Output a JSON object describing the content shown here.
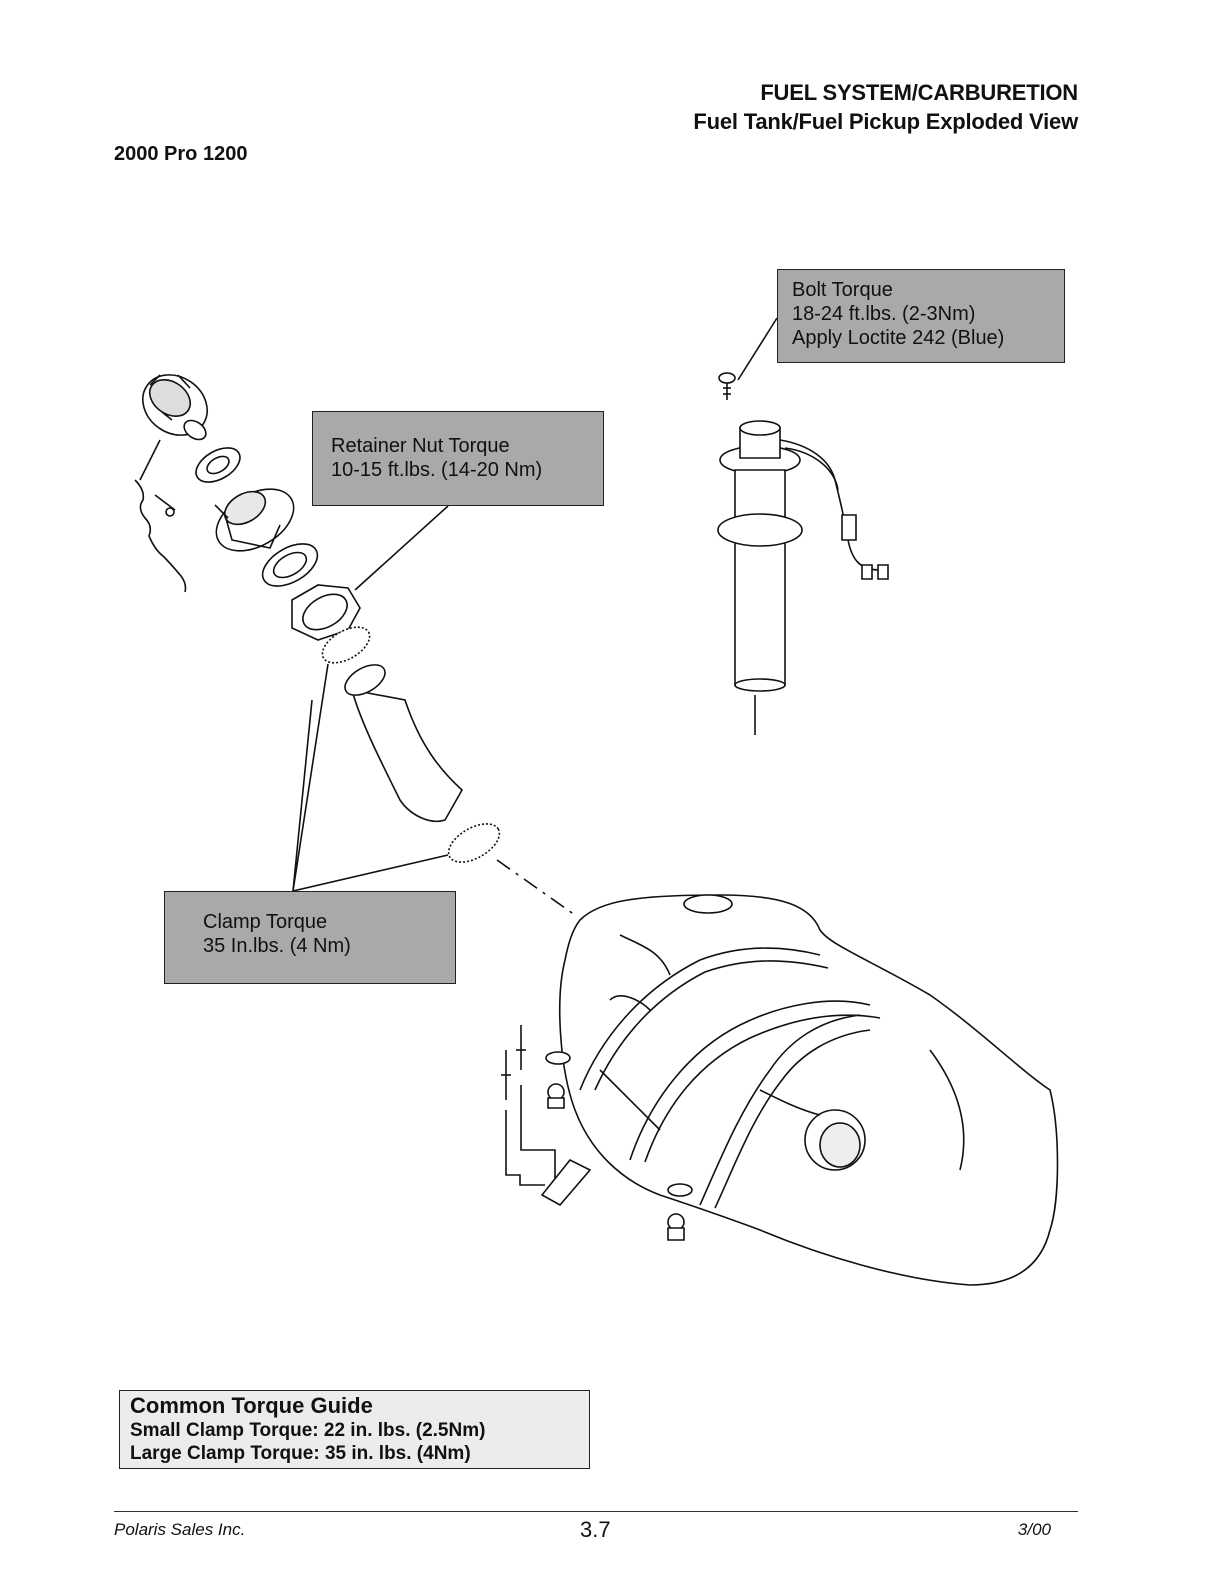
{
  "header": {
    "section": "FUEL SYSTEM/CARBURETION",
    "subtitle": "Fuel Tank/Fuel Pickup Exploded View",
    "model": "2000 Pro 1200"
  },
  "callouts": {
    "bolt": [
      "Bolt Torque",
      "18-24 ft.lbs. (2-3Nm)",
      "Apply Loctite 242 (Blue)"
    ],
    "retainer": [
      "Retainer Nut Torque",
      "10-15 ft.lbs. (14-20 Nm)"
    ],
    "clamp": [
      "Clamp Torque",
      "35 In.lbs. (4 Nm)"
    ]
  },
  "torque_guide": {
    "title": "Common Torque Guide",
    "small": "Small Clamp Torque: 22 in. lbs. (2.5Nm)",
    "large": "Large Clamp Torque:  35 in. lbs. (4Nm)"
  },
  "footer": {
    "company": "Polaris Sales Inc.",
    "page": "3.7",
    "date": "3/00"
  },
  "colors": {
    "callout_fill": "#a9a9a9",
    "ink": "#111111"
  }
}
